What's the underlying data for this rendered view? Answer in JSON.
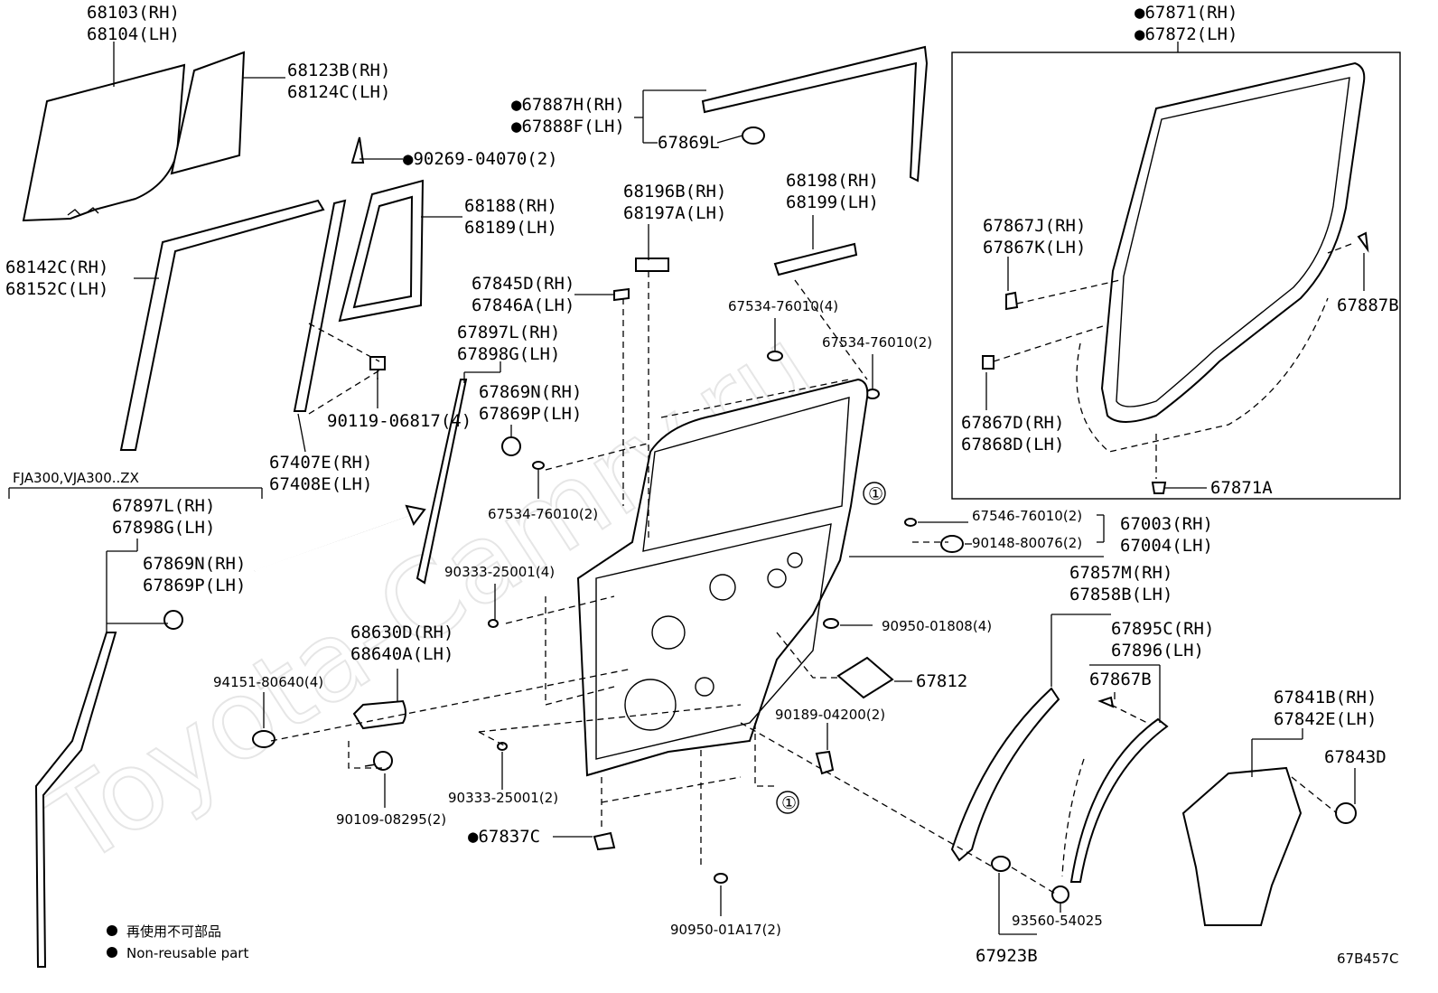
{
  "watermark": "Toyota-Camry.ru",
  "labels": [
    {
      "text": "68103(RH)"
    },
    {
      "text": "68104(LH)"
    },
    {
      "text": "68123B(RH)"
    },
    {
      "text": "68124C(LH)"
    },
    {
      "text": "●90269-04070(2)"
    },
    {
      "text": "68142C(RH)"
    },
    {
      "text": "68152C(LH)"
    },
    {
      "text": "68188(RH)"
    },
    {
      "text": "68189(LH)"
    },
    {
      "text": "90119-06817(4)"
    },
    {
      "text": "67407E(RH)"
    },
    {
      "text": "67408E(LH)"
    },
    {
      "text": "FJA300,VJA300..ZX"
    },
    {
      "text": "67897L(RH)"
    },
    {
      "text": "67898G(LH)"
    },
    {
      "text": "67869N(RH)"
    },
    {
      "text": "67869P(LH)"
    },
    {
      "text": "●67887H(RH)"
    },
    {
      "text": "●67888F(LH)"
    },
    {
      "text": "67869L"
    },
    {
      "text": "68196B(RH)"
    },
    {
      "text": "68197A(LH)"
    },
    {
      "text": "68198(RH)"
    },
    {
      "text": "68199(LH)"
    },
    {
      "text": "67845D(RH)"
    },
    {
      "text": "67846A(LH)"
    },
    {
      "text": "67534-76010(4)"
    },
    {
      "text": "67897L(RH)"
    },
    {
      "text": "67898G(LH)"
    },
    {
      "text": "67534-76010(2)"
    },
    {
      "text": "67869N(RH)"
    },
    {
      "text": "67869P(LH)"
    },
    {
      "text": "67534-76010(2)"
    },
    {
      "text": "90333-25001(4)"
    },
    {
      "text": "●67871(RH)"
    },
    {
      "text": "●67872(LH)"
    },
    {
      "text": "67867J(RH)"
    },
    {
      "text": "67867K(LH)"
    },
    {
      "text": "67887B"
    },
    {
      "text": "67867D(RH)"
    },
    {
      "text": "67868D(LH)"
    },
    {
      "text": "67871A"
    },
    {
      "text": "67546-76010(2)"
    },
    {
      "text": "90148-80076(2)"
    },
    {
      "text": "67003(RH)"
    },
    {
      "text": "67004(LH)"
    },
    {
      "text": "67857M(RH)"
    },
    {
      "text": "67858B(LH)"
    },
    {
      "text": "68630D(RH)"
    },
    {
      "text": "68640A(LH)"
    },
    {
      "text": "90950-01808(4)"
    },
    {
      "text": "67895C(RH)"
    },
    {
      "text": "67896(LH)"
    },
    {
      "text": "94151-80640(4)"
    },
    {
      "text": "67812"
    },
    {
      "text": "67867B"
    },
    {
      "text": "90189-04200(2)"
    },
    {
      "text": "67841B(RH)"
    },
    {
      "text": "67842E(LH)"
    },
    {
      "text": "67843D"
    },
    {
      "text": "90333-25001(2)"
    },
    {
      "text": "90109-08295(2)"
    },
    {
      "text": "●67837C"
    },
    {
      "text": "90950-01A17(2)"
    },
    {
      "text": "93560-54025"
    },
    {
      "text": "67923B"
    },
    {
      "text": "67B457C"
    }
  ],
  "callouts": [
    "①",
    "①"
  ],
  "legend": [
    {
      "text": "再使用不可部品"
    },
    {
      "text": "Non-reusable part"
    }
  ]
}
